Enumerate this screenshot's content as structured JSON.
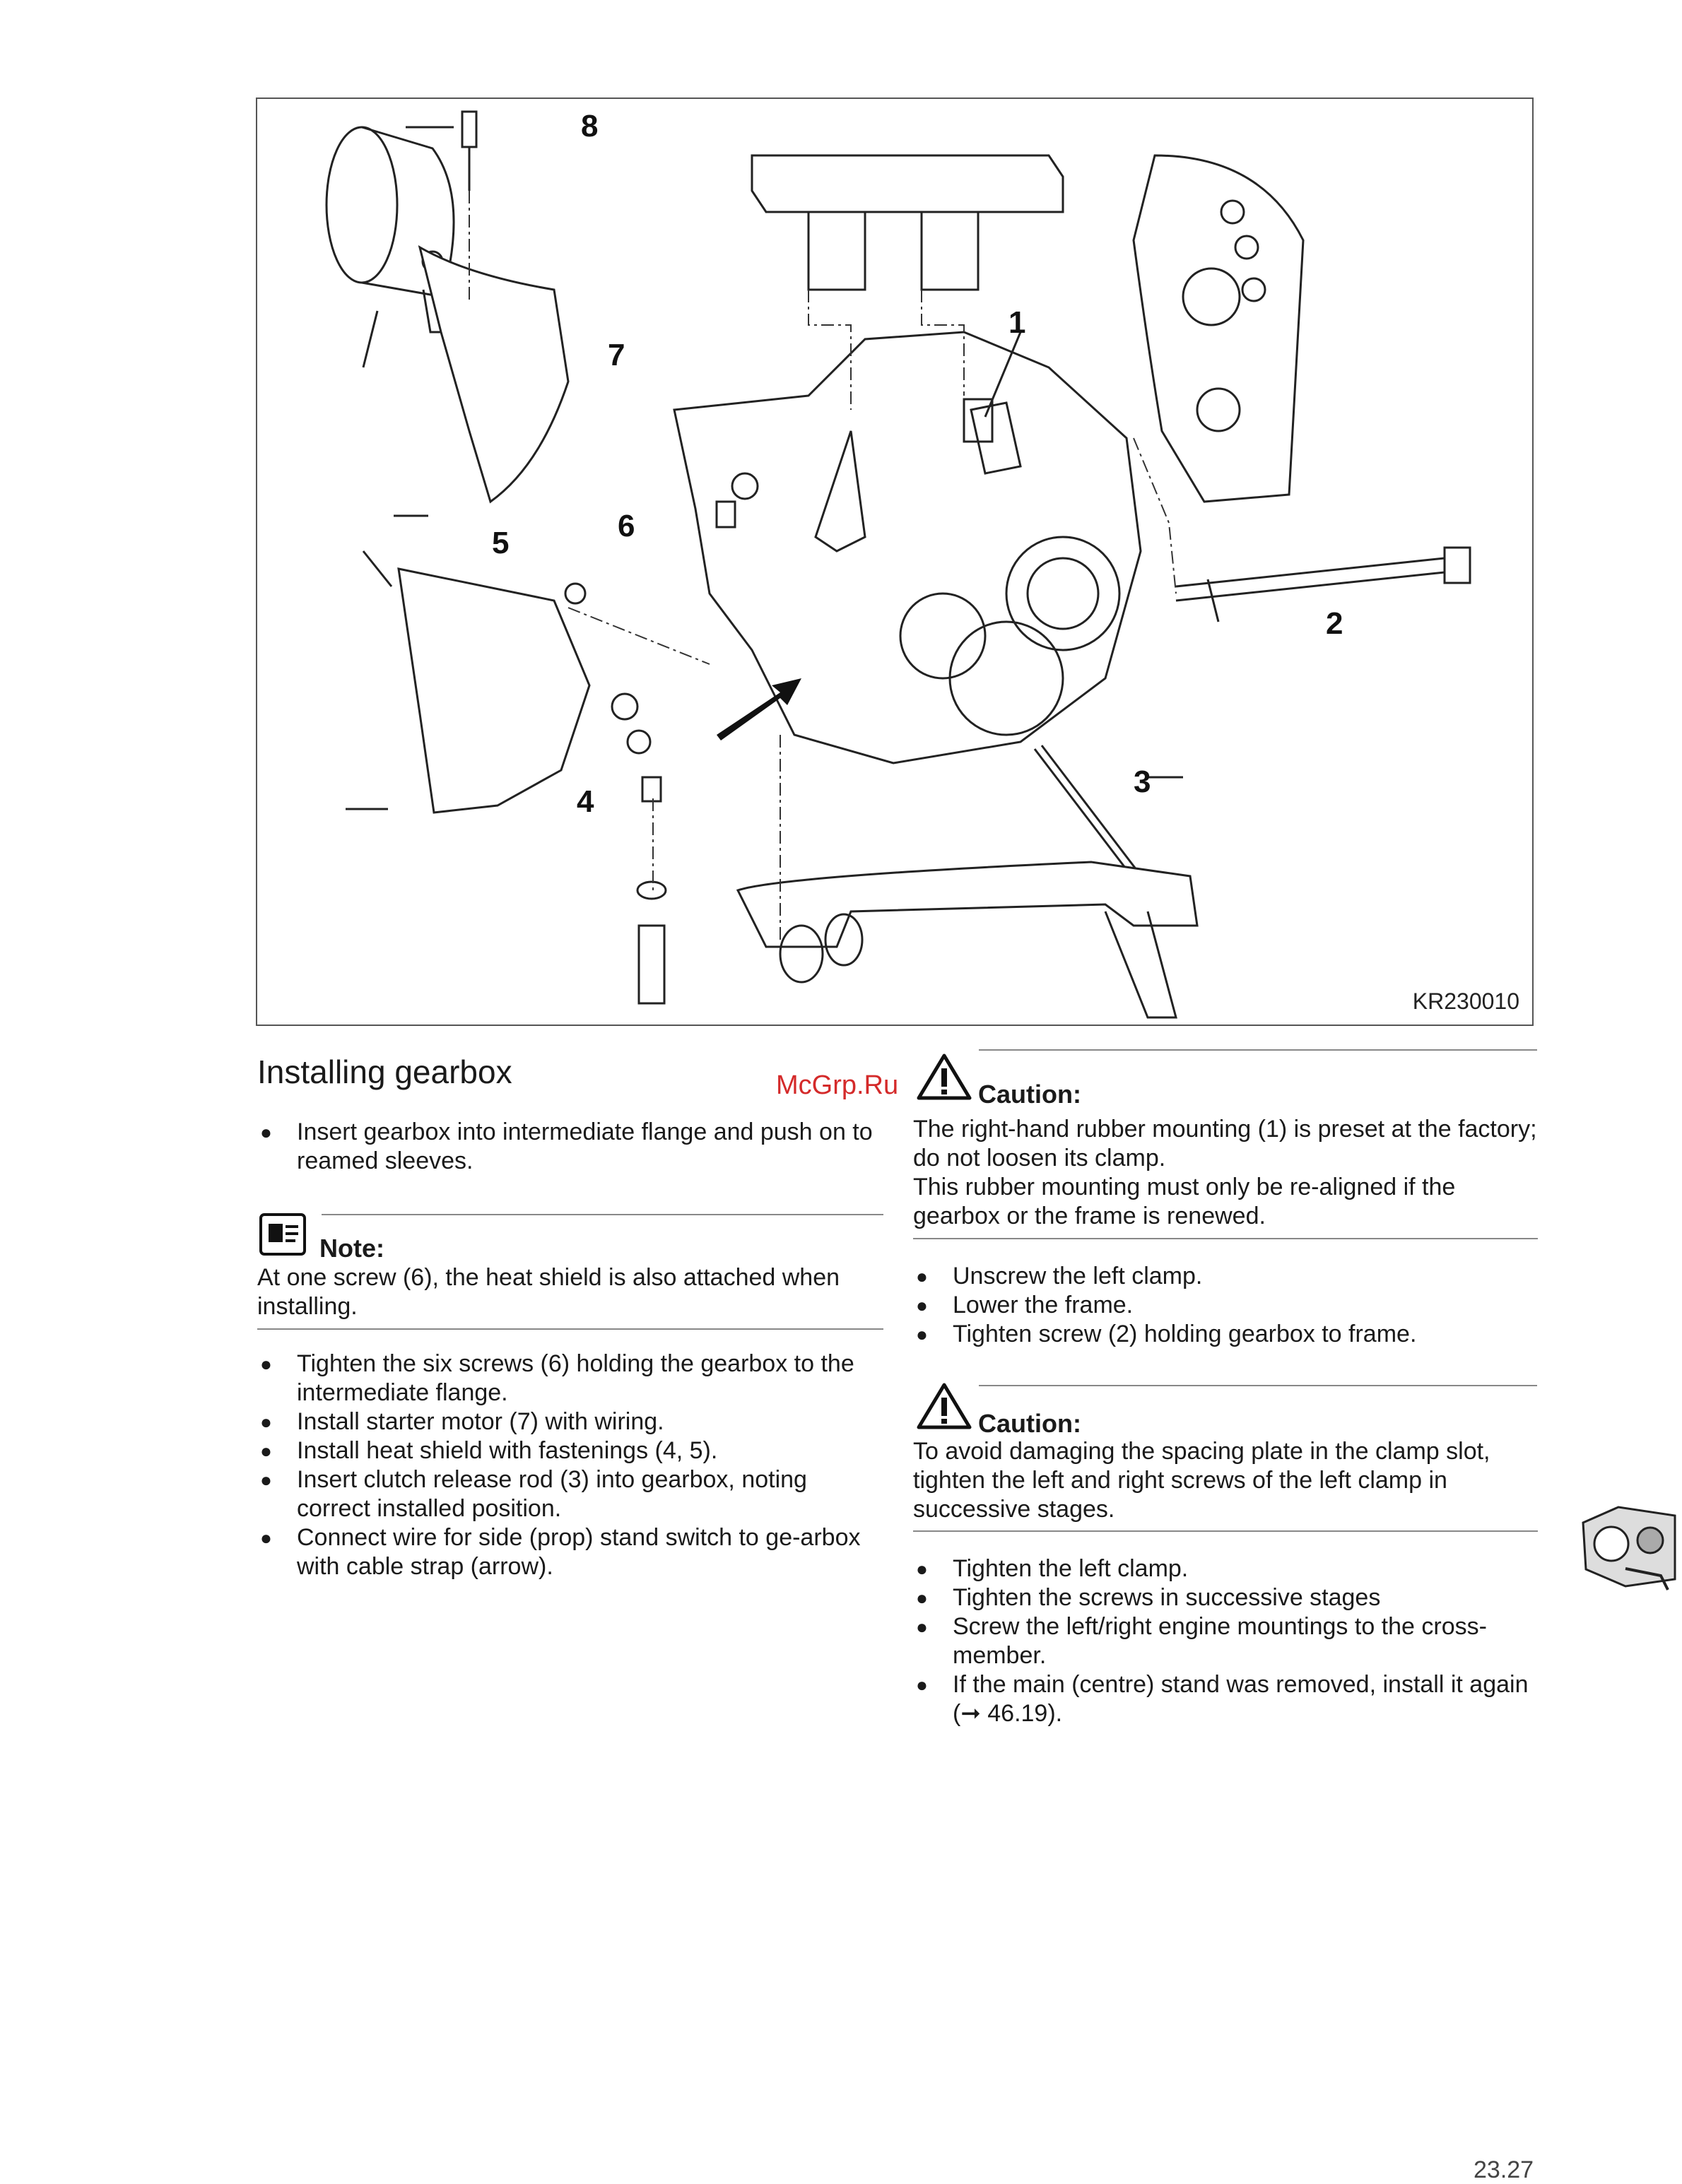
{
  "figure": {
    "id_label": "KR230010",
    "callouts": [
      "8",
      "7",
      "1",
      "6",
      "5",
      "2",
      "3",
      "4"
    ]
  },
  "watermark": "McGrp.Ru",
  "left": {
    "title": "Installing gearbox",
    "bullets1": [
      "Insert gearbox into intermediate flange and push on to reamed sleeves."
    ],
    "note": {
      "label": "Note:",
      "text": "At one screw (6), the heat shield is also attached when installing."
    },
    "bullets2": [
      "Tighten the six screws (6) holding the gearbox to the intermediate flange.",
      "Install starter motor (7) with wiring.",
      "Install heat shield with fastenings (4, 5).",
      "Insert clutch release rod (3) into gearbox, noting correct installed position.",
      "Connect wire for side (prop) stand switch to ge-arbox with cable strap (arrow)."
    ]
  },
  "right": {
    "caution1": {
      "label": "Caution:",
      "text1": "The right-hand rubber mounting (1) is preset at the factory; do not loosen its clamp.",
      "text2": "This rubber mounting must only be re-aligned if the gearbox or the frame is renewed."
    },
    "bullets1": [
      "Unscrew the left clamp.",
      "Lower the frame.",
      "Tighten screw (2) holding gearbox to frame."
    ],
    "caution2": {
      "label": "Caution:",
      "text": "To avoid damaging the spacing plate in the clamp slot, tighten the left and right screws of the left clamp in successive stages."
    },
    "bullets2": [
      "Tighten the left clamp.",
      "Tighten the screws in successive stages",
      "Screw the left/right engine mountings to the cross-member.",
      "If the main (centre) stand was removed, install it again (➞ 46.19)."
    ]
  },
  "page_number": "23.27"
}
